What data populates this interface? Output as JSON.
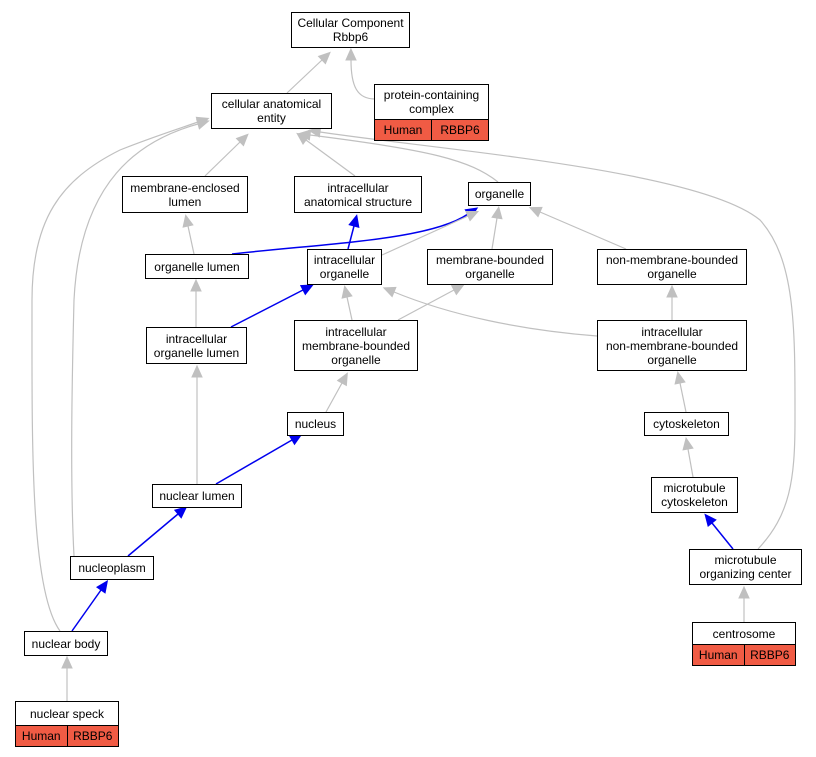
{
  "colors": {
    "grey_edge": "#c0c0c0",
    "blue_edge": "#0000ee",
    "annotation_fill": "#f05b44"
  },
  "nodes": {
    "root": {
      "label": "Cellular Component\nRbbp6"
    },
    "protein_complex": {
      "label": "protein-containing\ncomplex",
      "species": "Human",
      "gene": "RBBP6"
    },
    "cellular_anatomical_entity": {
      "label": "cellular anatomical\nentity"
    },
    "membrane_enclosed_lumen": {
      "label": "membrane-enclosed\nlumen"
    },
    "intracellular_anatomical_structure": {
      "label": "intracellular\nanatomical structure"
    },
    "organelle": {
      "label": "organelle"
    },
    "organelle_lumen": {
      "label": "organelle lumen"
    },
    "intracellular_organelle": {
      "label": "intracellular\norganelle"
    },
    "membrane_bounded_organelle": {
      "label": "membrane-bounded\norganelle"
    },
    "non_membrane_bounded_organelle": {
      "label": "non-membrane-bounded\norganelle"
    },
    "intracellular_organelle_lumen": {
      "label": "intracellular\norganelle lumen"
    },
    "intracellular_membrane_bounded_organelle": {
      "label": "intracellular\nmembrane-bounded\norganelle"
    },
    "intracellular_non_membrane_bounded_organelle": {
      "label": "intracellular\nnon-membrane-bounded\norganelle"
    },
    "nucleus": {
      "label": "nucleus"
    },
    "cytoskeleton": {
      "label": "cytoskeleton"
    },
    "nuclear_lumen": {
      "label": "nuclear lumen"
    },
    "microtubule_cytoskeleton": {
      "label": "microtubule\ncytoskeleton"
    },
    "nucleoplasm": {
      "label": "nucleoplasm"
    },
    "microtubule_organizing_center": {
      "label": "microtubule\norganizing center"
    },
    "nuclear_body": {
      "label": "nuclear body"
    },
    "centrosome": {
      "label": "centrosome",
      "species": "Human",
      "gene": "RBBP6"
    },
    "nuclear_speck": {
      "label": "nuclear speck",
      "species": "Human",
      "gene": "RBBP6"
    }
  },
  "edges": [
    {
      "from": "protein_complex",
      "to": "root",
      "kind": "grey"
    },
    {
      "from": "cellular_anatomical_entity",
      "to": "root",
      "kind": "grey"
    },
    {
      "from": "membrane_enclosed_lumen",
      "to": "cellular_anatomical_entity",
      "kind": "grey"
    },
    {
      "from": "intracellular_anatomical_structure",
      "to": "cellular_anatomical_entity",
      "kind": "grey"
    },
    {
      "from": "organelle",
      "to": "cellular_anatomical_entity",
      "kind": "grey"
    },
    {
      "from": "organelle_lumen",
      "to": "membrane_enclosed_lumen",
      "kind": "grey"
    },
    {
      "from": "organelle_lumen",
      "to": "organelle",
      "kind": "blue"
    },
    {
      "from": "intracellular_organelle",
      "to": "intracellular_anatomical_structure",
      "kind": "blue"
    },
    {
      "from": "intracellular_organelle",
      "to": "organelle",
      "kind": "grey"
    },
    {
      "from": "membrane_bounded_organelle",
      "to": "organelle",
      "kind": "grey"
    },
    {
      "from": "non_membrane_bounded_organelle",
      "to": "organelle",
      "kind": "grey"
    },
    {
      "from": "intracellular_organelle_lumen",
      "to": "organelle_lumen",
      "kind": "grey"
    },
    {
      "from": "intracellular_organelle_lumen",
      "to": "intracellular_organelle",
      "kind": "blue"
    },
    {
      "from": "intracellular_membrane_bounded_organelle",
      "to": "intracellular_organelle",
      "kind": "grey"
    },
    {
      "from": "intracellular_membrane_bounded_organelle",
      "to": "membrane_bounded_organelle",
      "kind": "grey"
    },
    {
      "from": "intracellular_non_membrane_bounded_organelle",
      "to": "intracellular_organelle",
      "kind": "grey"
    },
    {
      "from": "intracellular_non_membrane_bounded_organelle",
      "to": "non_membrane_bounded_organelle",
      "kind": "grey"
    },
    {
      "from": "nucleus",
      "to": "intracellular_membrane_bounded_organelle",
      "kind": "grey"
    },
    {
      "from": "cytoskeleton",
      "to": "intracellular_non_membrane_bounded_organelle",
      "kind": "grey"
    },
    {
      "from": "nuclear_lumen",
      "to": "intracellular_organelle_lumen",
      "kind": "grey"
    },
    {
      "from": "nuclear_lumen",
      "to": "nucleus",
      "kind": "blue"
    },
    {
      "from": "microtubule_cytoskeleton",
      "to": "cytoskeleton",
      "kind": "grey"
    },
    {
      "from": "nucleoplasm",
      "to": "nuclear_lumen",
      "kind": "blue"
    },
    {
      "from": "nucleoplasm",
      "to": "cellular_anatomical_entity",
      "kind": "grey"
    },
    {
      "from": "microtubule_organizing_center",
      "to": "microtubule_cytoskeleton",
      "kind": "blue"
    },
    {
      "from": "microtubule_organizing_center",
      "to": "cellular_anatomical_entity",
      "kind": "grey"
    },
    {
      "from": "nuclear_body",
      "to": "nucleoplasm",
      "kind": "blue"
    },
    {
      "from": "nuclear_body",
      "to": "cellular_anatomical_entity",
      "kind": "grey"
    },
    {
      "from": "centrosome",
      "to": "microtubule_organizing_center",
      "kind": "grey"
    },
    {
      "from": "nuclear_speck",
      "to": "nuclear_body",
      "kind": "grey"
    }
  ]
}
